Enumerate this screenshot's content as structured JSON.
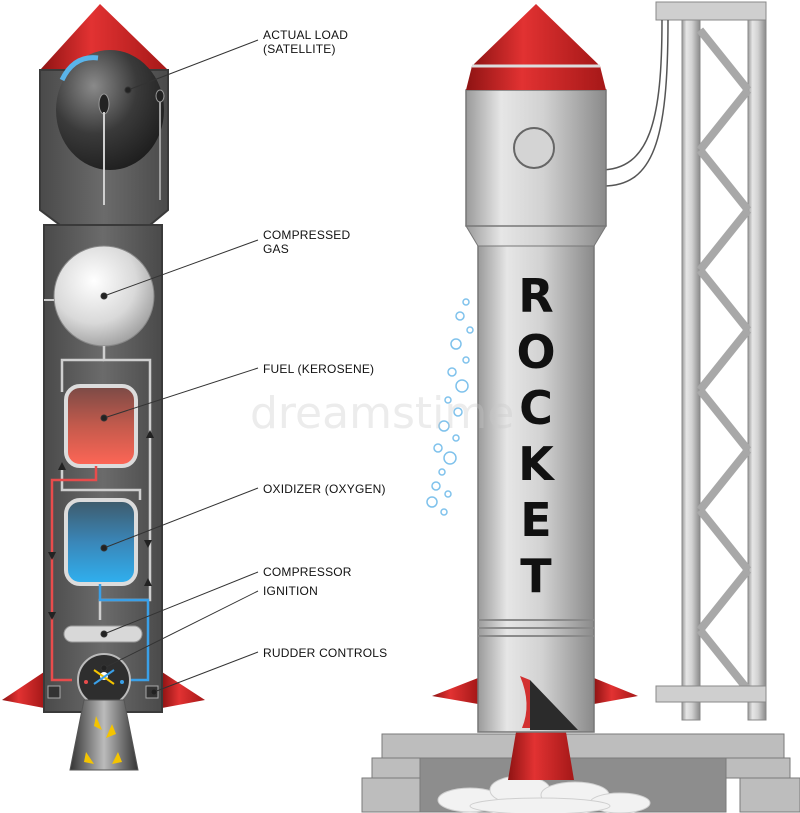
{
  "labels": {
    "actual_load": [
      "ACTUAL LOAD",
      "(SATELLITE)"
    ],
    "compressed_gas": [
      "COMPRESSED",
      "GAS"
    ],
    "fuel": [
      "FUEL (KEROSENE)"
    ],
    "oxidizer": [
      "OXIDIZER (OXYGEN)"
    ],
    "compressor": [
      "COMPRESSOR"
    ],
    "ignition": [
      "IGNITION"
    ],
    "rudder_controls": [
      "RUDDER CONTROLS"
    ]
  },
  "rocket_text": [
    "R",
    "O",
    "C",
    "K",
    "E",
    "T"
  ],
  "watermark": "dreamstime",
  "colors": {
    "nose_red": "#d42a2a",
    "body_dark": "#5a5a5a",
    "body_light": "#c9c9c9",
    "fuel_red": "#d0584e",
    "oxidizer_blue": "#3e9fd8",
    "flame_yellow": "#f4c400",
    "tower_gray": "#bdbdbd"
  }
}
